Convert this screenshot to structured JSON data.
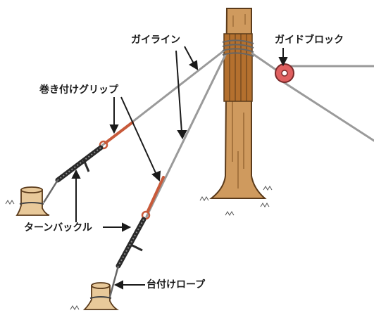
{
  "labels": {
    "guy_line": "ガイライン",
    "guide_block": "ガイドブロック",
    "grip": "巻き付けグリップ",
    "turnbuckle": "ターンバックル",
    "anchor_rope": "台付けロープ"
  },
  "colors": {
    "trunk": "#cf9a5e",
    "trunk_dark": "#8a5a2a",
    "wrap": "#b4702e",
    "cable": "#9a9a9a",
    "grip": "#c85a3a",
    "pulley": "#e06060",
    "turnbuckle": "#2a2a2a",
    "stump": "#e8c99a",
    "grass": "#555555"
  }
}
